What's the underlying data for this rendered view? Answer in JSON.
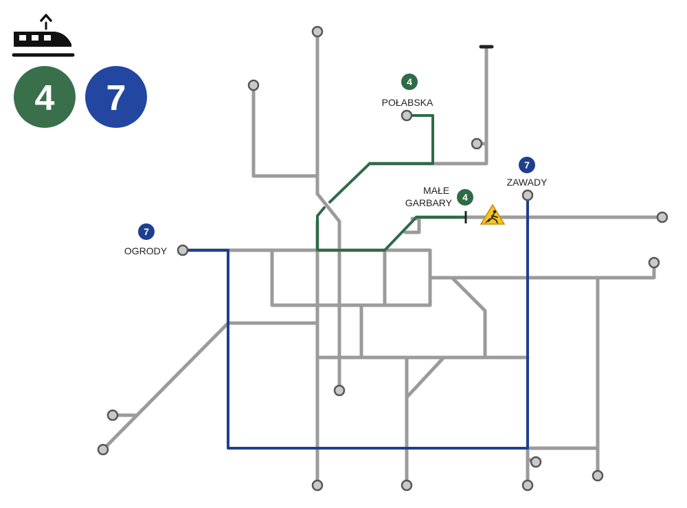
{
  "colors": {
    "network": "#9b9b9b",
    "line4": "#2e6b47",
    "line7": "#1e3f8f",
    "stop_fill": "#c9c9c9",
    "stop_stroke": "#555555",
    "warning": "#f5c325"
  },
  "legend": {
    "icon": "tram-icon",
    "lines": [
      {
        "number": "4",
        "color": "#3a6f4c"
      },
      {
        "number": "7",
        "color": "#2346a0"
      }
    ]
  },
  "terminals": [
    {
      "name": "POŁABSKA",
      "line": "4"
    },
    {
      "name": "MAŁE\nGARBARY",
      "line": "4"
    },
    {
      "name": "ZAWADY",
      "line": "7"
    },
    {
      "name": "OGRODY",
      "line": "7"
    }
  ],
  "map_symbols": {
    "roadworks": "roadworks-warning-icon"
  }
}
